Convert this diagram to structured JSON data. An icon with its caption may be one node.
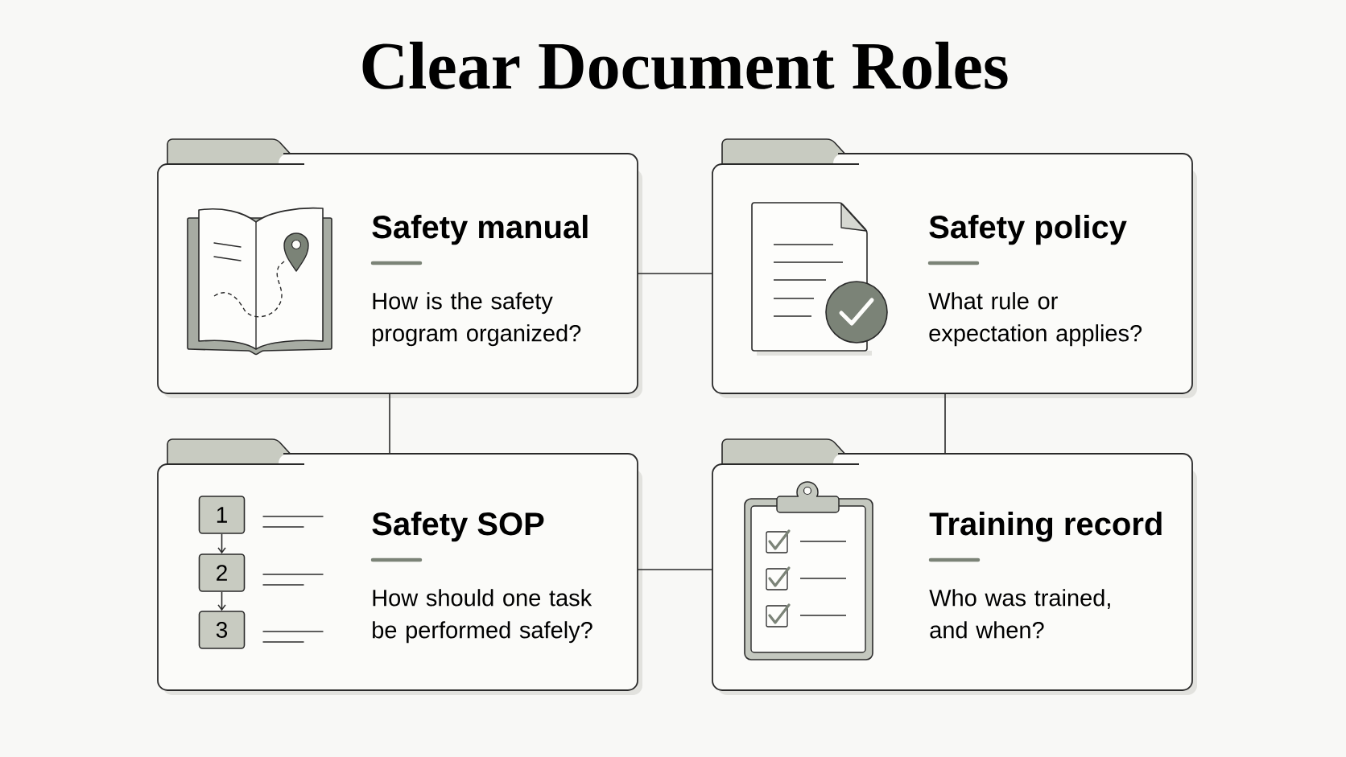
{
  "diagram": {
    "title": "Clear Document Roles",
    "nodes": [
      {
        "text": [
          "Safety manual",
          "How is the safety program organized?"
        ]
      },
      {
        "text": [
          "Safety policy",
          "What rule or expectation applies?"
        ]
      },
      {
        "text": [
          "Safety SOP",
          "How should one task be performed safely?"
        ]
      },
      {
        "text": [
          "1"
        ],
        "in": 2
      },
      {
        "text": [
          "2"
        ],
        "in": 2
      },
      {
        "text": [
          "3"
        ],
        "in": 2
      },
      {
        "text": [
          "Training record",
          "Who was trained, and when?"
        ]
      }
    ],
    "edges": [
      {
        "from": 0,
        "to": 1,
        "arrow": "none"
      },
      {
        "from": 0,
        "to": 2,
        "arrow": "none"
      },
      {
        "from": 1,
        "to": 6,
        "arrow": "none"
      },
      {
        "from": 2,
        "to": 6,
        "arrow": "none"
      },
      {
        "from": 3,
        "to": 4,
        "arrow": "to"
      },
      {
        "from": 4,
        "to": 5,
        "arrow": "to"
      }
    ]
  }
}
